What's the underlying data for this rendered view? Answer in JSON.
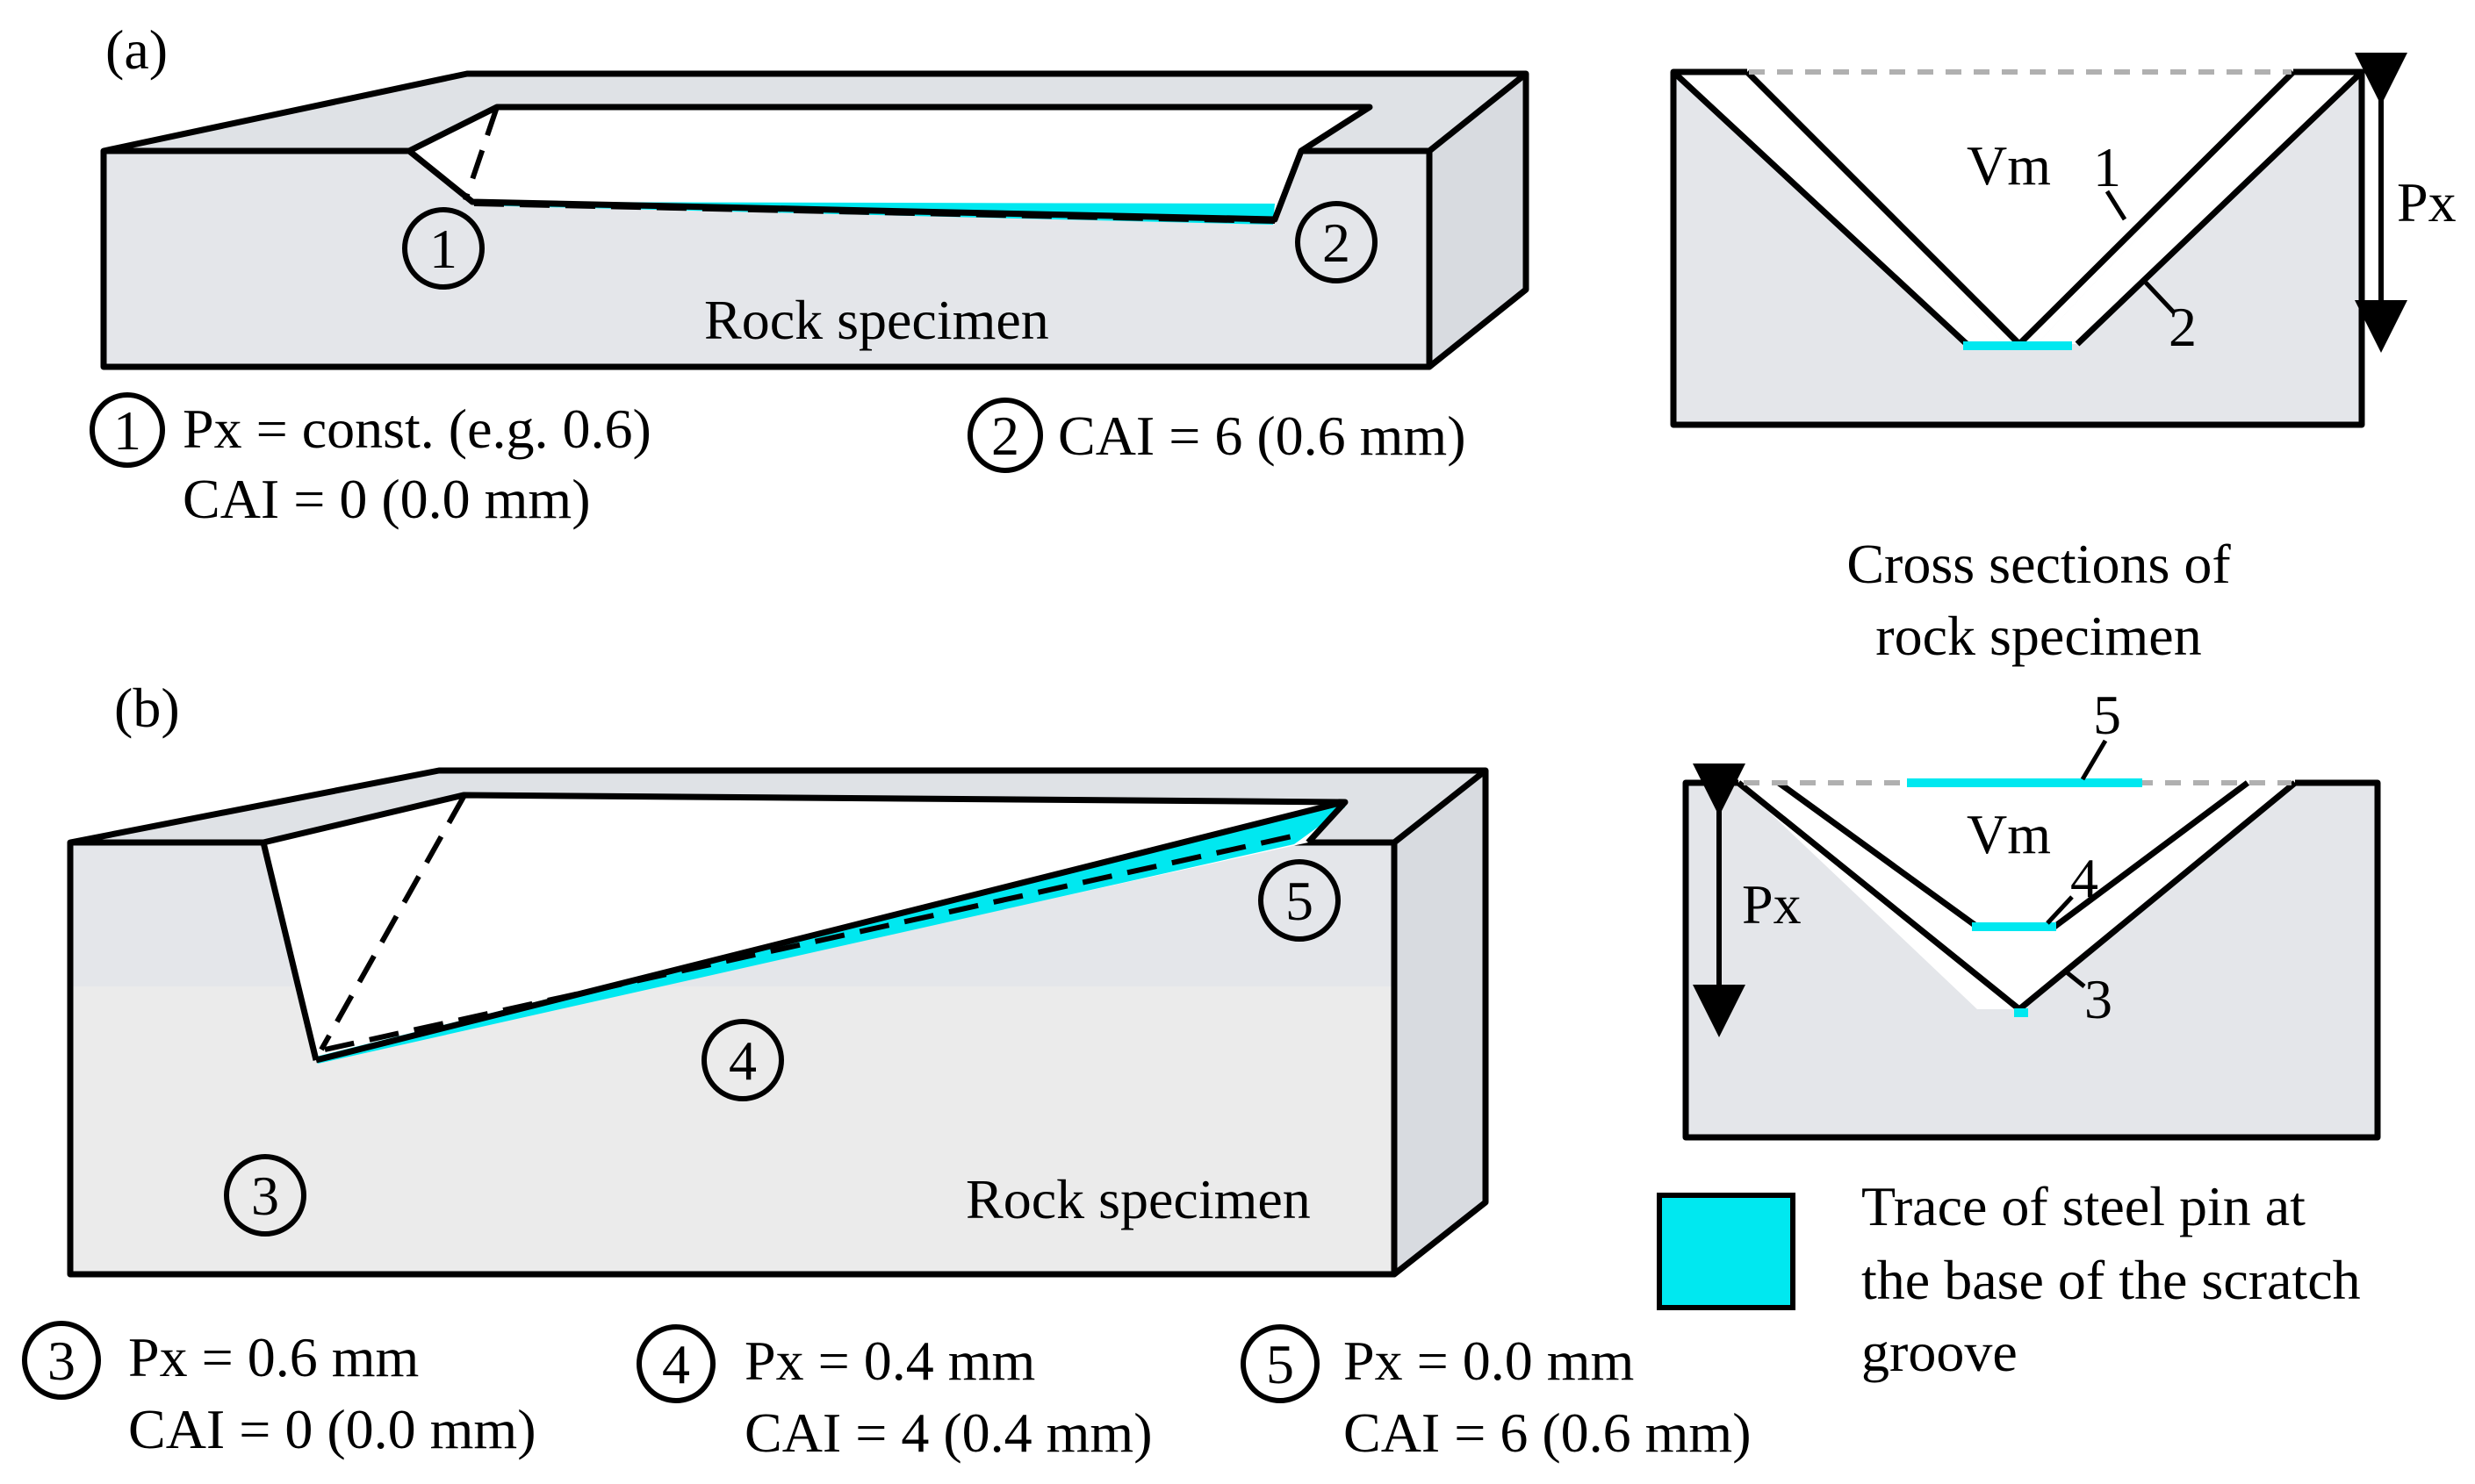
{
  "panel_a": {
    "label": "(a)",
    "specimen_label": "Rock specimen",
    "marker_1": "1",
    "marker_2": "2",
    "caption_1_line1": "Px = const. (e.g. 0.6)",
    "caption_1_line2": "CAI = 0 (0.0 mm)",
    "caption_2_line1": "CAI = 6 (0.6 mm)",
    "section": {
      "vm": "Vm",
      "n1": "1",
      "n2": "2",
      "px": "Px"
    }
  },
  "panel_b": {
    "label": "(b)",
    "specimen_label": "Rock specimen",
    "marker_3": "3",
    "marker_4": "4",
    "marker_5": "5",
    "caption_3_line1": "Px = 0.6 mm",
    "caption_3_line2": "CAI = 0 (0.0 mm)",
    "caption_4_line1": "Px = 0.4 mm",
    "caption_4_line2": "CAI = 4 (0.4 mm)",
    "caption_5_line1": "Px = 0.0 mm",
    "caption_5_line2": "CAI = 6 (0.6 mm)",
    "section": {
      "vm": "Vm",
      "n3": "3",
      "n4": "4",
      "n5": "5",
      "px": "Px"
    }
  },
  "cross_section_title_line1": "Cross sections of",
  "cross_section_title_line2": "rock specimen",
  "legend": {
    "line1": "Trace of steel pin at",
    "line2": "the base of the scratch",
    "line3": "groove"
  },
  "colors": {
    "trace": "#00e8f0",
    "specimen_face": "#e4e6ea",
    "specimen_face_light": "#ebebeb",
    "specimen_top": "#dfe2e6",
    "outline": "#000000"
  }
}
